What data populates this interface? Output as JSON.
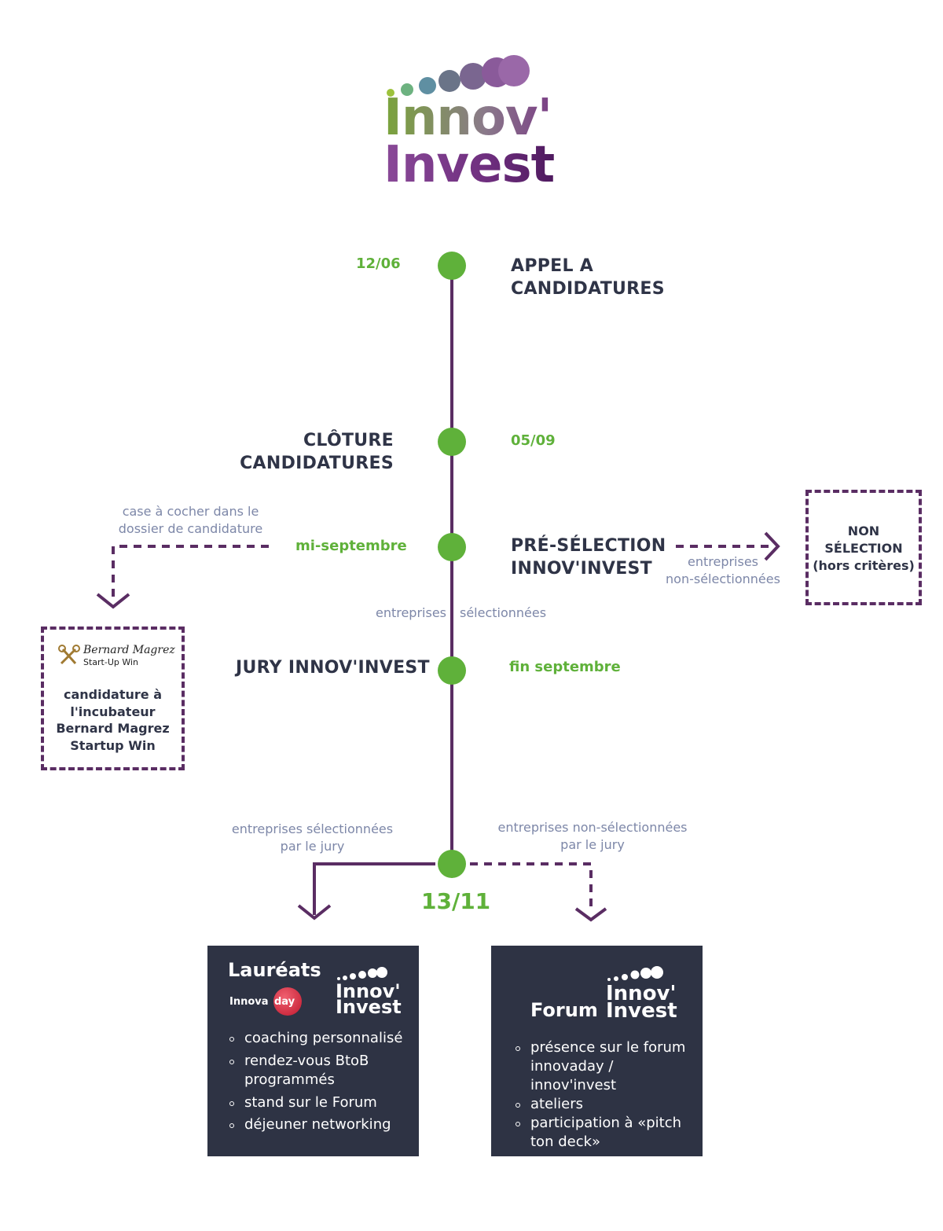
{
  "logo": {
    "line1": "Innov'",
    "line2": "Invest"
  },
  "timeline": [
    {
      "date": "12/06",
      "label_line1": "APPEL A",
      "label_line2": "CANDIDATURES"
    },
    {
      "date": "05/09",
      "label_line1": "CLÔTURE",
      "label_line2": "CANDIDATURES"
    },
    {
      "date": "mi-septembre",
      "label_line1": "PRÉ-SÉLECTION",
      "label_line2": "INNOV'INVEST"
    },
    {
      "date": "fin septembre",
      "label_line1": "JURY INNOV'INVEST"
    },
    {
      "date": "13/11"
    }
  ],
  "notes": {
    "checkbox_line1": "case à cocher dans le",
    "checkbox_line2": "dossier de candidature",
    "non_selected_line1": "entreprises",
    "non_selected_line2": "non-sélectionnées",
    "selected_left": "entreprises",
    "selected_right": "sélectionnées",
    "jury_selected_line1": "entreprises sélectionnées",
    "jury_selected_line2": "par le jury",
    "jury_non_selected_line1": "entreprises non-sélectionnées",
    "jury_non_selected_line2": "par le jury"
  },
  "non_selection_box": {
    "line1": "NON",
    "line2": "SÉLECTION",
    "line3": "(hors critères)"
  },
  "magrez_box": {
    "logo_script": "Bernard Magrez",
    "logo_sub": "Start-Up Win",
    "line1": "candidature à",
    "line2": "l'incubateur",
    "line3": "Bernard Magrez",
    "line4": "Startup Win"
  },
  "laureats_box": {
    "title": "Lauréats",
    "innova_text": "Innova",
    "day_text": "day",
    "mini_logo_line1": "Innov'",
    "mini_logo_line2": "Invest",
    "items": [
      "coaching personnalisé",
      "rendez-vous BtoB programmés",
      "stand sur le Forum",
      "déjeuner networking"
    ]
  },
  "forum_box": {
    "title": "Forum",
    "mini_logo_line1": "Innov'",
    "mini_logo_line2": "Invest",
    "items": [
      "présence sur le forum innovaday / innov'invest",
      "ateliers",
      "participation à «pitch ton deck»"
    ]
  },
  "colors": {
    "green": "#5fb13a",
    "purple": "#5a2d63",
    "dark": "#2e3344",
    "grey": "#7d87a8",
    "text": "#2f3447"
  }
}
